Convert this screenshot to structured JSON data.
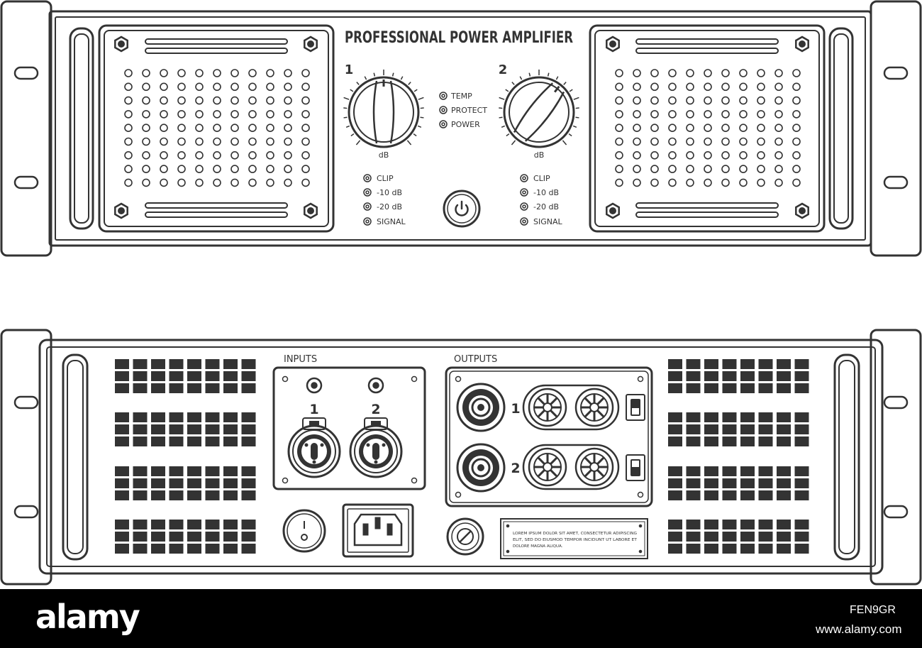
{
  "front": {
    "title": "PROFESSIONAL POWER AMPLIFIER",
    "channel_1": "1",
    "channel_2": "2",
    "knob_unit": "dB",
    "status_leds": [
      "TEMP",
      "PROTECT",
      "POWER"
    ],
    "meter_leds": [
      "CLIP",
      "-10 dB",
      "-20 dB",
      "SIGNAL"
    ]
  },
  "rear": {
    "inputs_label": "INPUTS",
    "outputs_label": "OUTPUTS",
    "input_1": "1",
    "input_2": "2",
    "output_1": "1",
    "output_2": "2",
    "info_plate": [
      "LOREM IPSUM DOLOR SIT AMET, CONSECTETUR ADIPISCING",
      "ELIT, SED DO EIUSMOD TEMPOR INCIDUNT UT LABORE ET",
      "DOLORE MAGNA ALIQUA."
    ]
  },
  "footer": {
    "logo": "alamy",
    "image_id": "FEN9GR",
    "website": "www.alamy.com"
  },
  "colors": {
    "stroke": "#333333",
    "footer_bg": "#000000",
    "footer_text": "#ffffff"
  }
}
